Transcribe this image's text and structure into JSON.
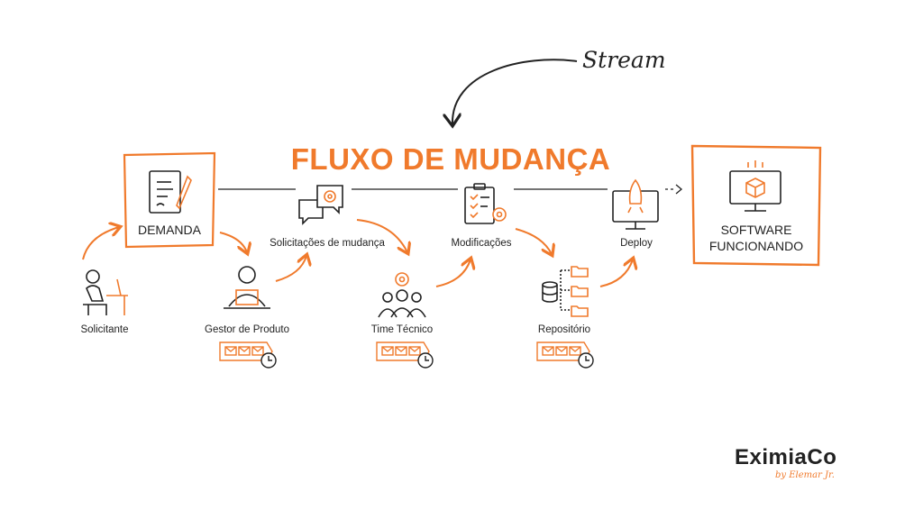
{
  "colors": {
    "accent": "#f07a2c",
    "ink": "#222222"
  },
  "title": "FLUXO DE MUDANÇA",
  "stream_label": "Stream",
  "boxes": {
    "demanda": "DEMANDA",
    "software_line1": "SOFTWARE",
    "software_line2": "FUNCIONANDO"
  },
  "nodes": {
    "solicitante": "Solicitante",
    "gestor": "Gestor de Produto",
    "solicitacoes": "Solicitações de mudança",
    "time": "Time Técnico",
    "modificacoes": "Modificações",
    "repositorio": "Repositório",
    "deploy": "Deploy"
  },
  "icons": [
    "person-at-desk-icon",
    "document-pen-icon",
    "laptop-user-icon",
    "chat-gear-icon",
    "team-gear-icon",
    "checklist-gear-icon",
    "database-folders-icon",
    "monitor-rocket-icon",
    "monitor-cube-icon",
    "queue-envelope-clock-icon"
  ],
  "logo": {
    "name": "EximiaCo",
    "tagline": "by Elemar Jr."
  }
}
